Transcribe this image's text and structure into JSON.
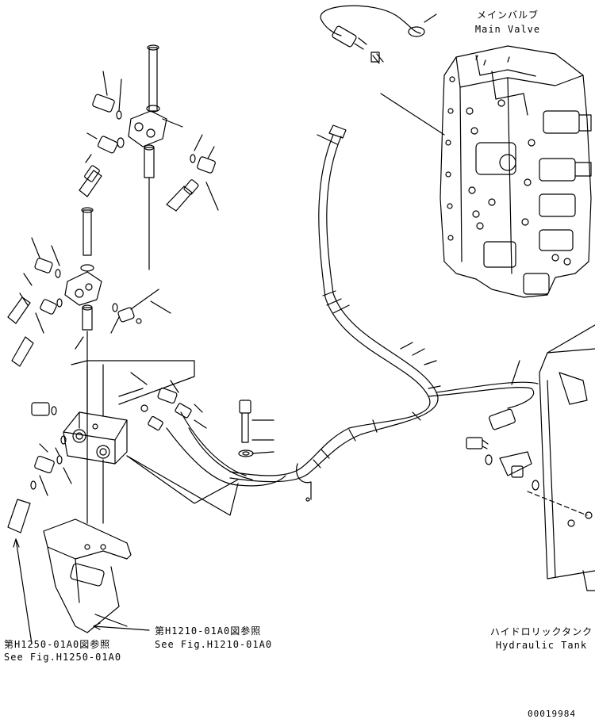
{
  "labels": {
    "main_valve_jp": "メインバルブ",
    "main_valve_en": "Main Valve",
    "hydraulic_tank_jp": "ハイドロリックタンク",
    "hydraulic_tank_en": "Hydraulic Tank",
    "ref_1210_jp": "第H1210-01A0図参照",
    "ref_1210_en": "See Fig.H1210-01A0",
    "ref_1250_jp": "第H1250-01A0図参照",
    "ref_1250_en": "See Fig.H1250-01A0",
    "drawing_number": "00019984"
  }
}
